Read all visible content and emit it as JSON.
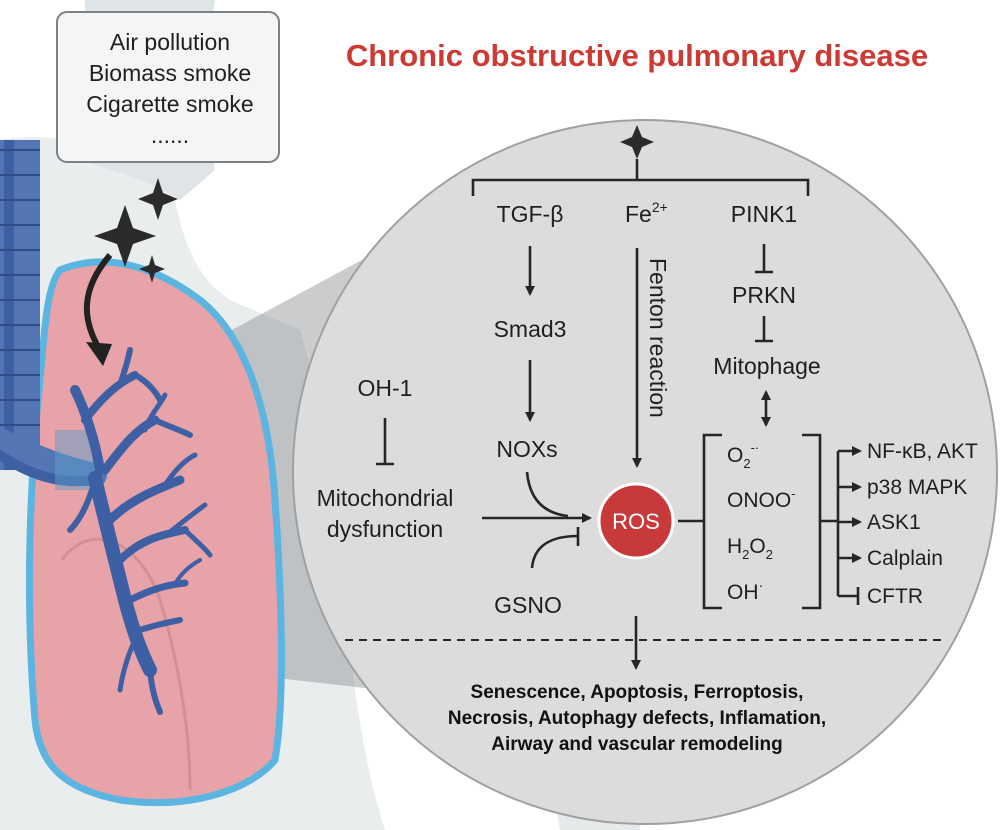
{
  "title": "Chronic obstructive pulmonary disease",
  "exposures": {
    "lines": [
      "Air pollution",
      "Biomass smoke",
      "Cigarette smoke",
      "......"
    ]
  },
  "pathway": {
    "tgf": "TGF-β",
    "smad3": "Smad3",
    "noxs": "NOXs",
    "fe": "Fe",
    "fe_charge": "2+",
    "fenton": "Fenton reaction",
    "pink1": "PINK1",
    "prkn": "PRKN",
    "mitophage": "Mitophage",
    "oh1": "OH-1",
    "mito_line1": "Mitochondrial",
    "mito_line2": "dysfunction",
    "gsno": "GSNO",
    "ros": "ROS"
  },
  "species": {
    "superoxide": {
      "base": "O",
      "sub": "2",
      "sup": "-·"
    },
    "peroxynitrite": {
      "base": "ONOO",
      "sup": "-"
    },
    "peroxide": {
      "base": "H",
      "sub1": "2",
      "mid": "O",
      "sub2": "2"
    },
    "hydroxyl": {
      "base": "OH",
      "sup": "·"
    }
  },
  "targets": [
    "NF-κB, AKT",
    "p38 MAPK",
    "ASK1",
    "Calplain",
    "CFTR"
  ],
  "outcomes": [
    "Senescence, Apoptosis, Ferroptosis,",
    "Necrosis, Autophagy defects, Inflamation,",
    "Airway and vascular remodeling"
  ],
  "colors": {
    "title": "#cc3a33",
    "ros_fill": "#c8393a",
    "circle_fill": "#dcdcdc",
    "lung_fill": "#e8a3a9",
    "lung_outline": "#5bb5e0",
    "bronchi": "#3d5fa3"
  }
}
